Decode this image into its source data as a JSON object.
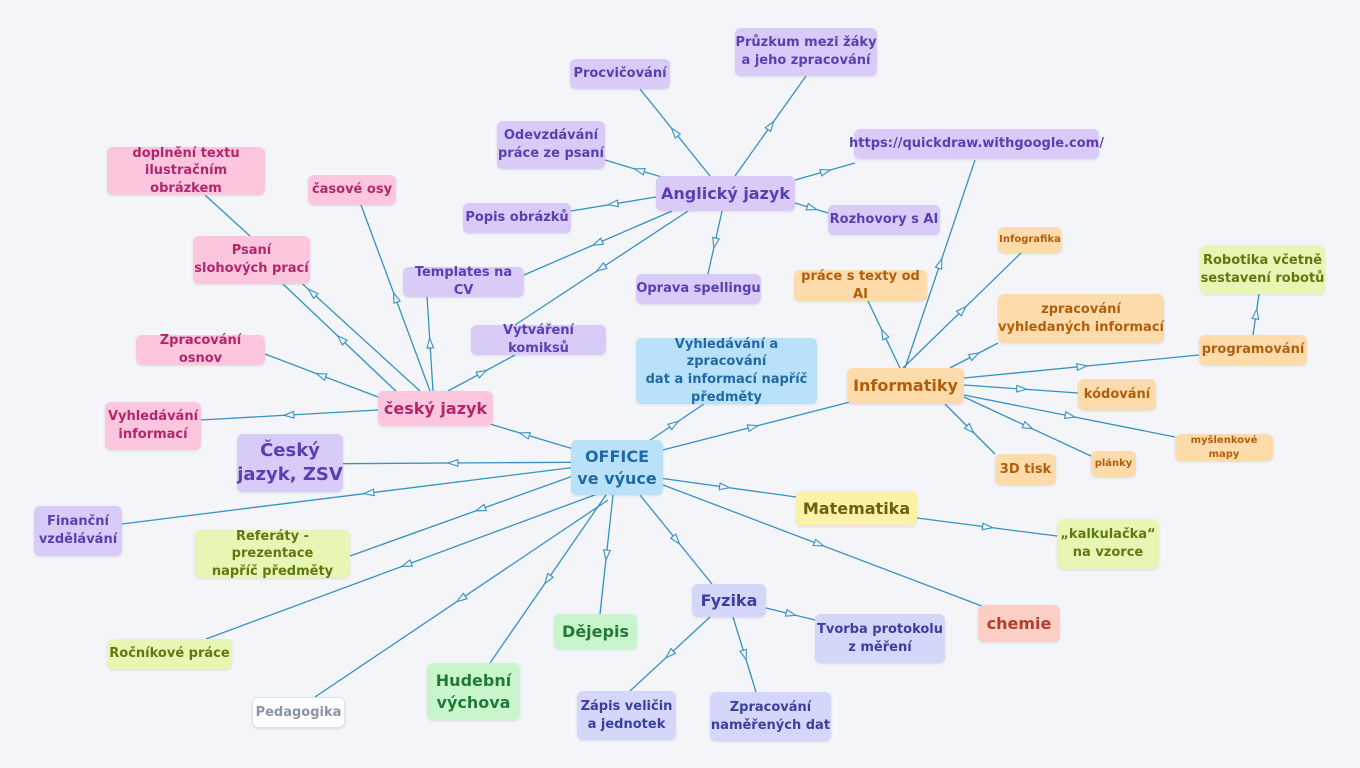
{
  "colors": {
    "link": "#3792c2",
    "background": "#f3f5f8",
    "pink": "#fcc6df",
    "purple": "#d8cbf8",
    "lavender": "#d4d6fa",
    "orange": "#fedbab",
    "lime": "#e8f6b5",
    "yellow": "#fbf2a8",
    "green": "#c9f5cc",
    "salmon": "#fbcfc6",
    "blue": "#b9e2fa"
  },
  "nodes": {
    "center": "OFFICE\nve výuce",
    "anglicky_jazyk": "Anglický jazyk",
    "pruzkum": "Průzkum mezi žáky\na jeho zpracování",
    "procvicovani": "Procvičování",
    "odevzdavani": "Odevzdávání\npráce ze psaní",
    "quickdraw": "https://quickdraw.withgoogle.com/",
    "popis_obrazku": "Popis obrázků",
    "rozhovory_ai": "Rozhovory s AI",
    "templates_cv": "Templates na CV",
    "oprava_spellingu": "Oprava spellingu",
    "vytvareni_komiksu": "Vytváření komiksů",
    "cesky_jazyk": "český jazyk",
    "doplneni_textu": "doplnění textu\nilustračním obrázkem",
    "casove_osy": "časové osy",
    "psani_slohovych": "Psaní\nslohových prací",
    "zpracovani_osnov": "Zpracování osnov",
    "vyhledavani_informaci": "Vyhledávání\ninformací",
    "cesky_jazyk_zsv": "Český\njazyk, ZSV",
    "financni": "Finanční\nvzdělávání",
    "referaty": "Referáty - prezentace\nnapříč předměty",
    "rocnikove": "Ročníkové práce",
    "pedagogika": "Pedagogika",
    "hudebni": "Hudební\nvýchova",
    "dejepis": "Dějepis",
    "fyzika": "Fyzika",
    "zapis_velicin": "Zápis veličin\na jednotek",
    "zpracovani_dat": "Zpracování\nnaměřených dat",
    "tvorba_protokolu": "Tvorba protokolu\nz měření",
    "chemie": "chemie",
    "matematika": "Matematika",
    "kalkulacka": "„kalkulačka“\nna vzorce",
    "vyhledavani_dat": "Vyhledávání a zpracování\ndat a informací napříč\npředměty",
    "informatiky": "Informatiky",
    "infografika": "Infografika",
    "prace_texty_ai": "práce s texty od AI",
    "zpracovani_vyhledanych": "zpracování\nvyhledaných informací",
    "robotika": "Robotika včetně\nsestavení robotů",
    "programovani": "programování",
    "kodovani": "kódování",
    "myslenkove_mapy": "myšlenkové mapy",
    "planky": "plánky",
    "tisk_3d": "3D tisk"
  }
}
